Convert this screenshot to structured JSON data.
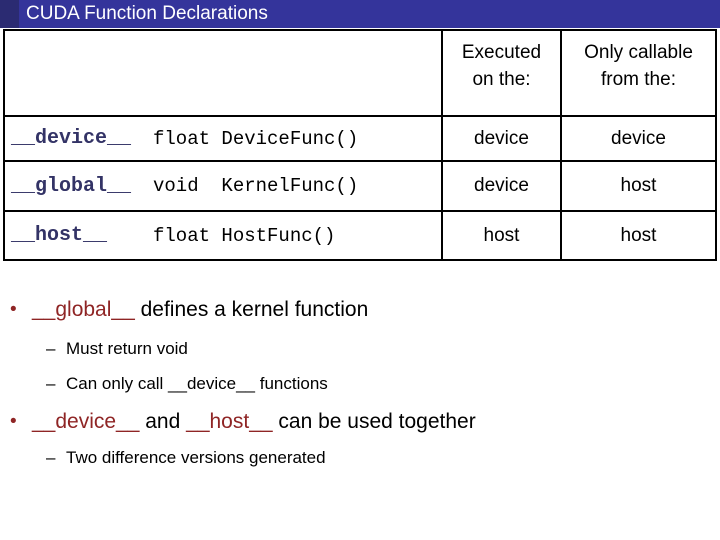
{
  "title_bar": {
    "title": "CUDA Function Declarations"
  },
  "table": {
    "headers": [
      "",
      "Executed\non the:",
      "Only callable\nfrom the:"
    ],
    "rows": [
      {
        "keyword": "__device__",
        "declaration": "float DeviceFunc()",
        "executed_on": "device",
        "callable_from": "device"
      },
      {
        "keyword": "__global__",
        "declaration": "void  KernelFunc()",
        "executed_on": "device",
        "callable_from": "host"
      },
      {
        "keyword": "__host__",
        "declaration": "float HostFunc()",
        "executed_on": "host",
        "callable_from": "host"
      }
    ]
  },
  "bullets": {
    "marker": "•",
    "dash": "–",
    "items": [
      {
        "segments": [
          {
            "text": "__global__",
            "style": "red"
          },
          {
            "text": " defines a kernel function",
            "style": "plain"
          }
        ],
        "subs": [
          "Must return void",
          "Can only call __device__ functions"
        ]
      },
      {
        "segments": [
          {
            "text": "__device__",
            "style": "red"
          },
          {
            "text": " and ",
            "style": "plain"
          },
          {
            "text": "__host__",
            "style": "red"
          },
          {
            "text": " can be used together",
            "style": "plain"
          }
        ],
        "subs": [
          "Two difference versions generated"
        ]
      }
    ]
  },
  "colors": {
    "title_bar_bg": "#34349b",
    "title_accent_bg": "#2b2b72",
    "title_text": "#ffffff",
    "keyword_navy": "#333366",
    "accent_red": "#8f2525",
    "table_border": "#000000",
    "body_text": "#000000",
    "background": "#ffffff"
  }
}
